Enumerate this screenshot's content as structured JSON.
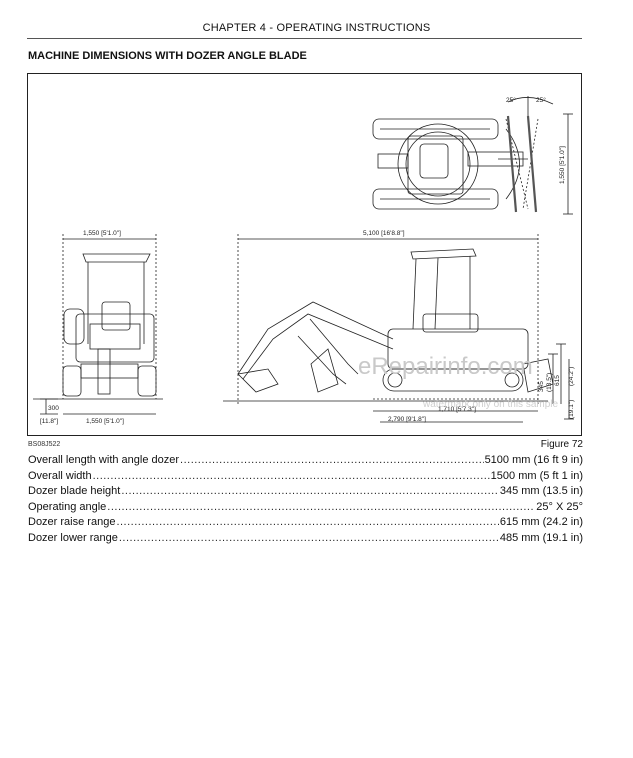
{
  "header": {
    "chapter": "CHAPTER 4 - OPERATING INSTRUCTIONS"
  },
  "section": {
    "title": "MACHINE DIMENSIONS WITH DOZER ANGLE BLADE"
  },
  "figure": {
    "code": "BS08J522",
    "label": "Figure 72",
    "dimensions": {
      "front_width_top": "1,550 [5'1.0\"]",
      "front_width_bottom": "1,550 [5'1.0\"]",
      "ground_clearance": "300",
      "ground_clearance_in": "[11.8\"]",
      "overall_length": "5,100 [16'8.8\"]",
      "track_length": "1,710 [5'7.3\"]",
      "undercarriage_length": "2,790 [9'1.8\"]",
      "blade_height": "345",
      "blade_height_in": "(13.5\")",
      "raise_range": "615",
      "raise_range_in": "(24.2\")",
      "lower_range_in": "(19.1\")",
      "top_width": "1,550 [5'1.0\"]",
      "angle_left": "25°",
      "angle_right": "25°"
    },
    "watermark": "eRepairinfo.com",
    "watermark_sub": "watermark only on this sample"
  },
  "specs": [
    {
      "label": "Overall length with angle dozer",
      "value": "5100 mm (16 ft 9 in)"
    },
    {
      "label": "Overall width",
      "value": "1500 mm (5 ft 1 in)"
    },
    {
      "label": "Dozer blade height",
      "value": "345 mm (13.5 in)"
    },
    {
      "label": "Operating angle",
      "value": "25° X 25°"
    },
    {
      "label": "Dozer raise range",
      "value": "615 mm (24.2 in)"
    },
    {
      "label": "Dozer lower range",
      "value": "485 mm (19.1 in)"
    }
  ]
}
